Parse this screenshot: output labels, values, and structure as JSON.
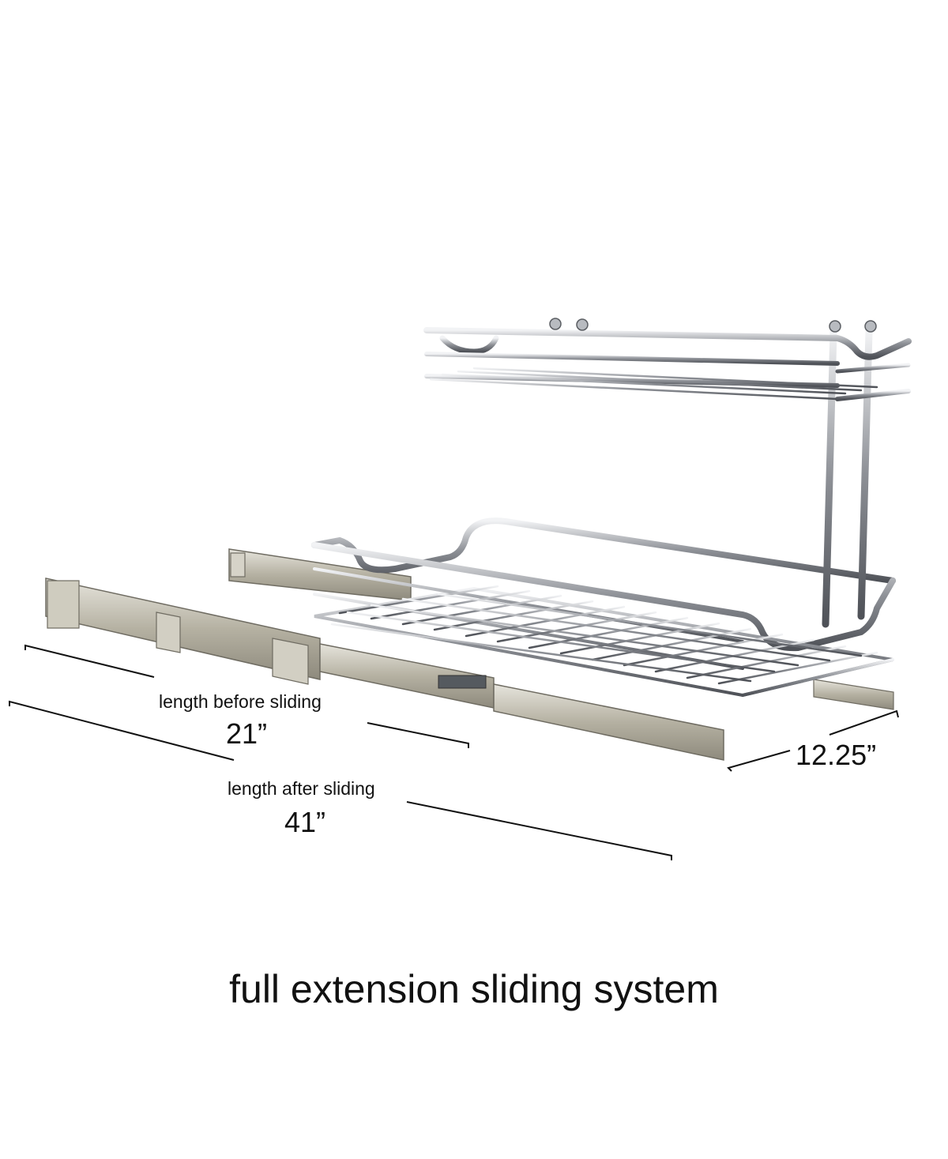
{
  "dimensions": {
    "before": {
      "label": "length before sliding",
      "value": "21”"
    },
    "after": {
      "label": "length after sliding",
      "value": "41”"
    },
    "width": {
      "value": "12.25”"
    }
  },
  "caption": "full extension sliding system",
  "colors": {
    "background": "#ffffff",
    "text": "#111111",
    "chrome": "#9a9da3",
    "rail": "#b9b6a8"
  },
  "icons": [
    "pull-out-organizer-illustration"
  ]
}
